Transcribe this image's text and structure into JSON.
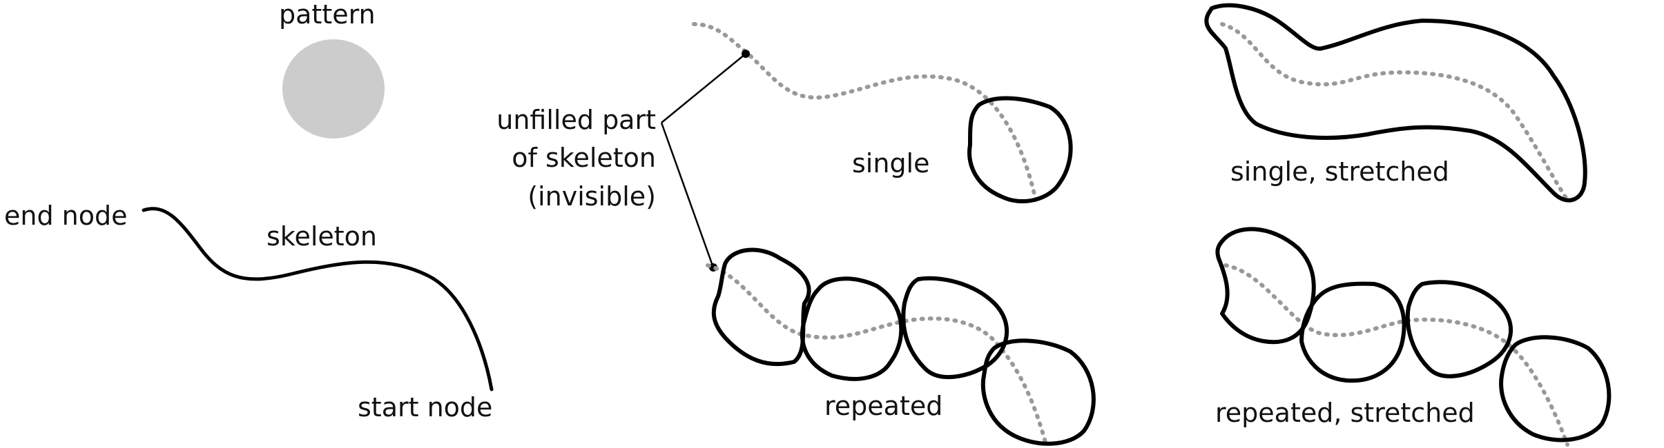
{
  "labels": {
    "pattern": "pattern",
    "end_node": "end node",
    "skeleton": "skeleton",
    "start_node": "start node",
    "unfilled_line1": "unfilled part",
    "unfilled_line2": "of skeleton",
    "unfilled_line3": "(invisible)",
    "single": "single",
    "repeated": "repeated",
    "single_stretched": "single, stretched",
    "repeated_stretched": "repeated, stretched"
  },
  "colors": {
    "pattern_fill": "#cccccc",
    "stroke": "#000000",
    "skeleton_dotted": "#999999"
  }
}
